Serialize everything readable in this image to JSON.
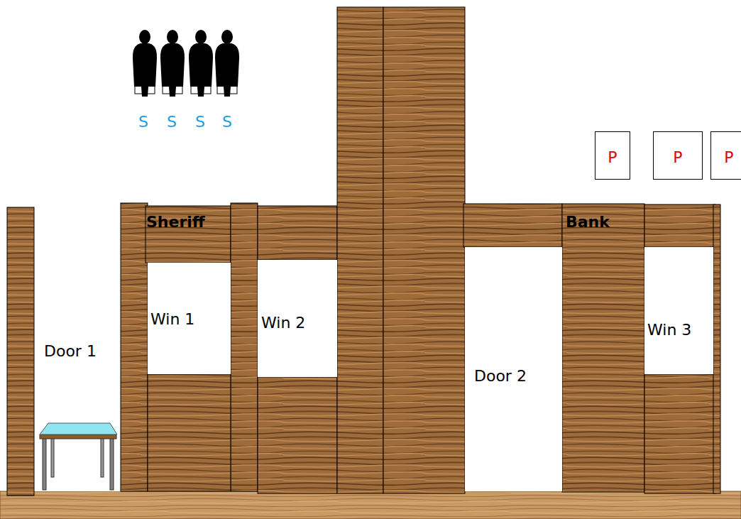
{
  "diagram": {
    "nodes": [
      {
        "text": [
          "P"
        ]
      },
      {
        "text": [
          "P"
        ]
      },
      {
        "text": [
          "P"
        ]
      },
      {
        "text": [
          "Sheriff"
        ]
      },
      {
        "text": [
          "Bank"
        ]
      },
      {
        "text": [
          "Win 1"
        ]
      },
      {
        "text": [
          "Win 2"
        ]
      },
      {
        "text": [
          "Win 3"
        ]
      },
      {
        "text": [
          "Door 1"
        ]
      },
      {
        "text": [
          "Door 2"
        ]
      }
    ],
    "labels": [
      "S",
      "S",
      "S",
      "S"
    ]
  }
}
